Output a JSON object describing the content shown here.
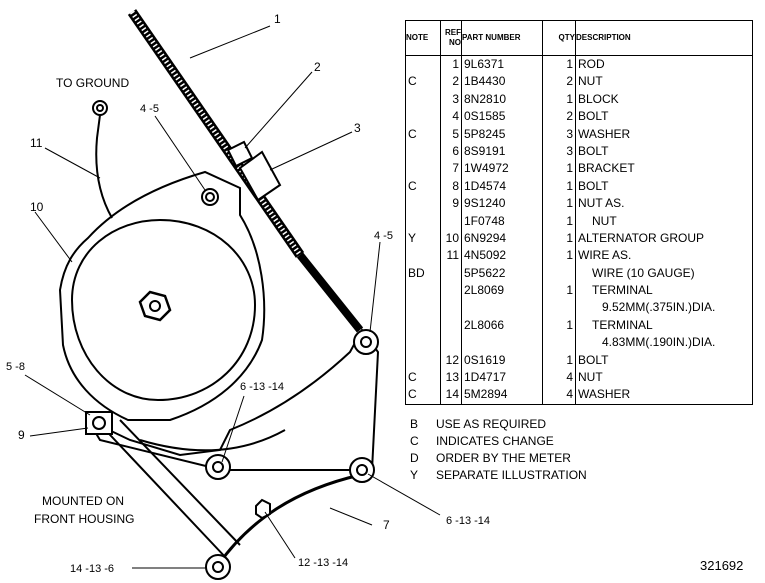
{
  "callouts": {
    "c1": "1",
    "c2": "2",
    "c3": "3",
    "c4_5_top": "4 -5",
    "c4_5_right": "4 -5",
    "c11": "11",
    "c10": "10",
    "c5_8": "5 -8",
    "c9": "9",
    "c6_13_14_mid": "6 -13 -14",
    "c6_13_14_right": "6 -13 -14",
    "c7": "7",
    "c12_13_14": "12 -13 -14",
    "c14_13_6": "14 -13 -6",
    "to_ground": "TO GROUND",
    "mounted_on": "MOUNTED ON",
    "front_housing": "FRONT HOUSING"
  },
  "table": {
    "headers": {
      "note": "NOTE",
      "ref_no": "REF NO",
      "part_number": "PART NUMBER",
      "qty": "QTY",
      "description": "DESCRIPTION"
    },
    "rows": [
      {
        "note": "",
        "ref": "1",
        "part": "9L6371",
        "qty": "1",
        "desc": "ROD"
      },
      {
        "note": "C",
        "ref": "2",
        "part": "1B4430",
        "qty": "2",
        "desc": "NUT"
      },
      {
        "note": "",
        "ref": "3",
        "part": "8N2810",
        "qty": "1",
        "desc": "BLOCK"
      },
      {
        "note": "",
        "ref": "4",
        "part": "0S1585",
        "qty": "2",
        "desc": "BOLT"
      },
      {
        "note": "C",
        "ref": "5",
        "part": "5P8245",
        "qty": "3",
        "desc": "WASHER"
      },
      {
        "note": "",
        "ref": "6",
        "part": "8S9191",
        "qty": "3",
        "desc": "BOLT"
      },
      {
        "note": "",
        "ref": "7",
        "part": "1W4972",
        "qty": "1",
        "desc": "BRACKET"
      },
      {
        "note": "C",
        "ref": "8",
        "part": "1D4574",
        "qty": "1",
        "desc": "BOLT"
      },
      {
        "note": "",
        "ref": "9",
        "part": "9S1240",
        "qty": "1",
        "desc": "NUT AS."
      },
      {
        "note": "",
        "ref": "",
        "part": "1F0748",
        "qty": "1",
        "desc": "NUT"
      },
      {
        "note": "Y",
        "ref": "10",
        "part": "6N9294",
        "qty": "1",
        "desc": "ALTERNATOR GROUP"
      },
      {
        "note": "",
        "ref": "11",
        "part": "4N5092",
        "qty": "1",
        "desc": "WIRE AS."
      },
      {
        "note": "BD",
        "ref": "",
        "part": "5P5622",
        "qty": "",
        "desc": "WIRE (10 GAUGE)"
      },
      {
        "note": "",
        "ref": "",
        "part": "2L8069",
        "qty": "1",
        "desc": "TERMINAL"
      },
      {
        "note": "",
        "ref": "",
        "part": "",
        "qty": "",
        "desc": "9.52MM(.375IN.)DIA."
      },
      {
        "note": "",
        "ref": "",
        "part": "2L8066",
        "qty": "1",
        "desc": "TERMINAL"
      },
      {
        "note": "",
        "ref": "",
        "part": "",
        "qty": "",
        "desc": "4.83MM(.190IN.)DIA."
      },
      {
        "note": "",
        "ref": "12",
        "part": "0S1619",
        "qty": "1",
        "desc": "BOLT"
      },
      {
        "note": "C",
        "ref": "13",
        "part": "1D4717",
        "qty": "4",
        "desc": "NUT"
      },
      {
        "note": "C",
        "ref": "14",
        "part": "5M2894",
        "qty": "4",
        "desc": "WASHER"
      }
    ]
  },
  "legend": [
    {
      "code": "B",
      "text": "USE AS REQUIRED"
    },
    {
      "code": "C",
      "text": "INDICATES CHANGE"
    },
    {
      "code": "D",
      "text": "ORDER BY THE METER"
    },
    {
      "code": "Y",
      "text": "SEPARATE ILLUSTRATION"
    }
  ],
  "drawing_number": "321692"
}
